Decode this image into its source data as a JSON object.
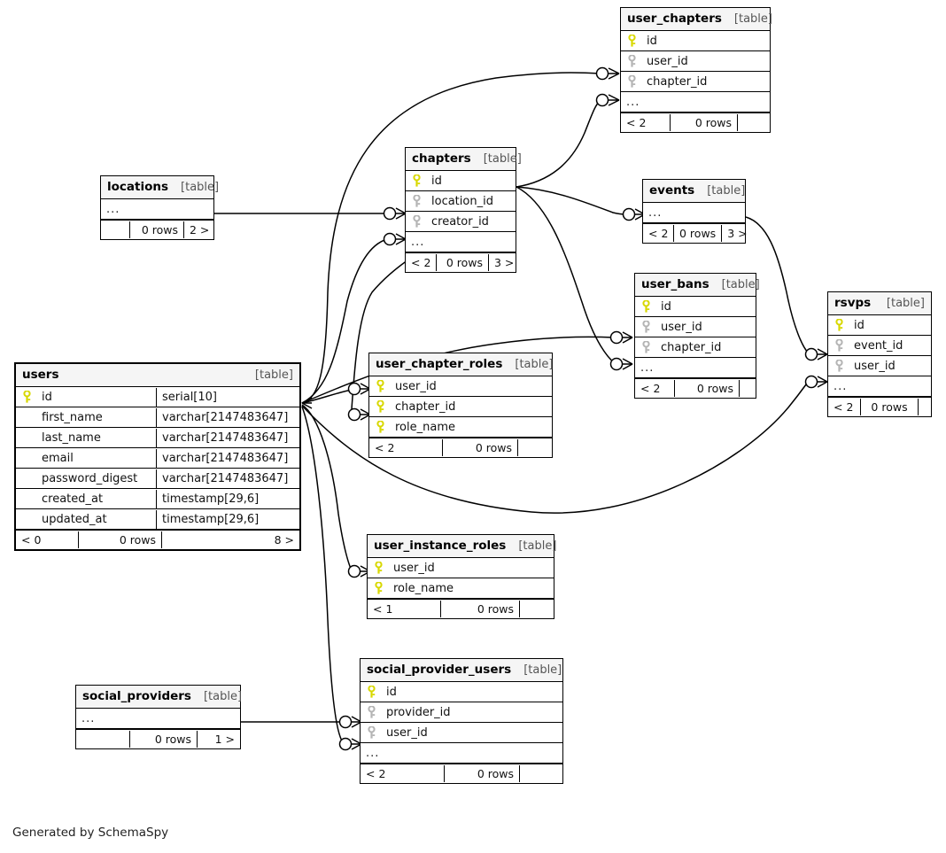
{
  "diagram": {
    "tool": "SchemaSpy",
    "credit": "Generated by SchemaSpy",
    "table_tag": "[table]",
    "ellipsis": "...",
    "rows_suffix": "0 rows",
    "colors": {
      "primary_key_icon": "#d8d800",
      "foreign_key_icon": "#b4b4b4",
      "header_background": "#f2f2f2",
      "border": "#000000",
      "background": "#ffffff"
    }
  },
  "tables": [
    {
      "id": "user_chapters",
      "name": "user_chapters",
      "tag": "[table]",
      "columns": [
        {
          "name": "id",
          "key": "primary",
          "type": ""
        },
        {
          "name": "user_id",
          "key": "foreign",
          "type": ""
        },
        {
          "name": "chapter_id",
          "key": "foreign",
          "type": ""
        }
      ],
      "has_ellipsis": true,
      "footer": {
        "left": "< 2",
        "middle": "0 rows",
        "right": ""
      }
    },
    {
      "id": "chapters",
      "name": "chapters",
      "tag": "[table]",
      "columns": [
        {
          "name": "id",
          "key": "primary",
          "type": ""
        },
        {
          "name": "location_id",
          "key": "foreign",
          "type": ""
        },
        {
          "name": "creator_id",
          "key": "foreign",
          "type": ""
        }
      ],
      "has_ellipsis": true,
      "footer": {
        "left": "< 2",
        "middle": "0 rows",
        "right": "3 >"
      }
    },
    {
      "id": "locations",
      "name": "locations",
      "tag": "[table]",
      "columns": [],
      "has_ellipsis": true,
      "footer": {
        "left": "",
        "middle": "0 rows",
        "right": "2 >"
      }
    },
    {
      "id": "events",
      "name": "events",
      "tag": "[table]",
      "columns": [],
      "has_ellipsis": true,
      "footer": {
        "left": "< 2",
        "middle": "0 rows",
        "right": "3 >"
      }
    },
    {
      "id": "user_bans",
      "name": "user_bans",
      "tag": "[table]",
      "columns": [
        {
          "name": "id",
          "key": "primary",
          "type": ""
        },
        {
          "name": "user_id",
          "key": "foreign",
          "type": ""
        },
        {
          "name": "chapter_id",
          "key": "foreign",
          "type": ""
        }
      ],
      "has_ellipsis": true,
      "footer": {
        "left": "< 2",
        "middle": "0 rows",
        "right": ""
      }
    },
    {
      "id": "rsvps",
      "name": "rsvps",
      "tag": "[table]",
      "columns": [
        {
          "name": "id",
          "key": "primary",
          "type": ""
        },
        {
          "name": "event_id",
          "key": "foreign",
          "type": ""
        },
        {
          "name": "user_id",
          "key": "foreign",
          "type": ""
        }
      ],
      "has_ellipsis": true,
      "footer": {
        "left": "< 2",
        "middle": "0 rows",
        "right": ""
      }
    },
    {
      "id": "users",
      "name": "users",
      "tag": "[table]",
      "emphasized": true,
      "columns": [
        {
          "name": "id",
          "key": "primary",
          "type": "serial[10]"
        },
        {
          "name": "first_name",
          "key": "none",
          "type": "varchar[2147483647]"
        },
        {
          "name": "last_name",
          "key": "none",
          "type": "varchar[2147483647]"
        },
        {
          "name": "email",
          "key": "none",
          "type": "varchar[2147483647]"
        },
        {
          "name": "password_digest",
          "key": "none",
          "type": "varchar[2147483647]"
        },
        {
          "name": "created_at",
          "key": "none",
          "type": "timestamp[29,6]"
        },
        {
          "name": "updated_at",
          "key": "none",
          "type": "timestamp[29,6]"
        }
      ],
      "has_ellipsis": false,
      "footer": {
        "left": "< 0",
        "middle": "0 rows",
        "right": "8 >"
      }
    },
    {
      "id": "user_chapter_roles",
      "name": "user_chapter_roles",
      "tag": "[table]",
      "columns": [
        {
          "name": "user_id",
          "key": "primary",
          "type": ""
        },
        {
          "name": "chapter_id",
          "key": "primary",
          "type": ""
        },
        {
          "name": "role_name",
          "key": "primary",
          "type": ""
        }
      ],
      "has_ellipsis": false,
      "footer": {
        "left": "< 2",
        "middle": "0 rows",
        "right": ""
      }
    },
    {
      "id": "user_instance_roles",
      "name": "user_instance_roles",
      "tag": "[table]",
      "columns": [
        {
          "name": "user_id",
          "key": "primary",
          "type": ""
        },
        {
          "name": "role_name",
          "key": "primary",
          "type": ""
        }
      ],
      "has_ellipsis": false,
      "footer": {
        "left": "< 1",
        "middle": "0 rows",
        "right": ""
      }
    },
    {
      "id": "social_provider_users",
      "name": "social_provider_users",
      "tag": "[table]",
      "columns": [
        {
          "name": "id",
          "key": "primary",
          "type": ""
        },
        {
          "name": "provider_id",
          "key": "foreign",
          "type": ""
        },
        {
          "name": "user_id",
          "key": "foreign",
          "type": ""
        }
      ],
      "has_ellipsis": true,
      "footer": {
        "left": "< 2",
        "middle": "0 rows",
        "right": ""
      }
    },
    {
      "id": "social_providers",
      "name": "social_providers",
      "tag": "[table]",
      "columns": [],
      "has_ellipsis": true,
      "footer": {
        "left": "",
        "middle": "0 rows",
        "right": "1 >"
      }
    }
  ],
  "relationships": [
    {
      "from": "users.id",
      "to": "user_chapters.user_id"
    },
    {
      "from": "chapters.id",
      "to": "user_chapters.chapter_id"
    },
    {
      "from": "locations",
      "to": "chapters.location_id"
    },
    {
      "from": "users.id",
      "to": "chapters.creator_id"
    },
    {
      "from": "chapters.id",
      "to": "events"
    },
    {
      "from": "chapters.id",
      "to": "user_bans.chapter_id"
    },
    {
      "from": "users.id",
      "to": "user_bans.user_id"
    },
    {
      "from": "events",
      "to": "rsvps.event_id"
    },
    {
      "from": "users.id",
      "to": "rsvps.user_id"
    },
    {
      "from": "users.id",
      "to": "user_chapter_roles.user_id"
    },
    {
      "from": "chapters.id",
      "to": "user_chapter_roles.chapter_id"
    },
    {
      "from": "users.id",
      "to": "user_instance_roles.user_id"
    },
    {
      "from": "users.id",
      "to": "social_provider_users.user_id"
    },
    {
      "from": "social_providers",
      "to": "social_provider_users.provider_id"
    }
  ]
}
